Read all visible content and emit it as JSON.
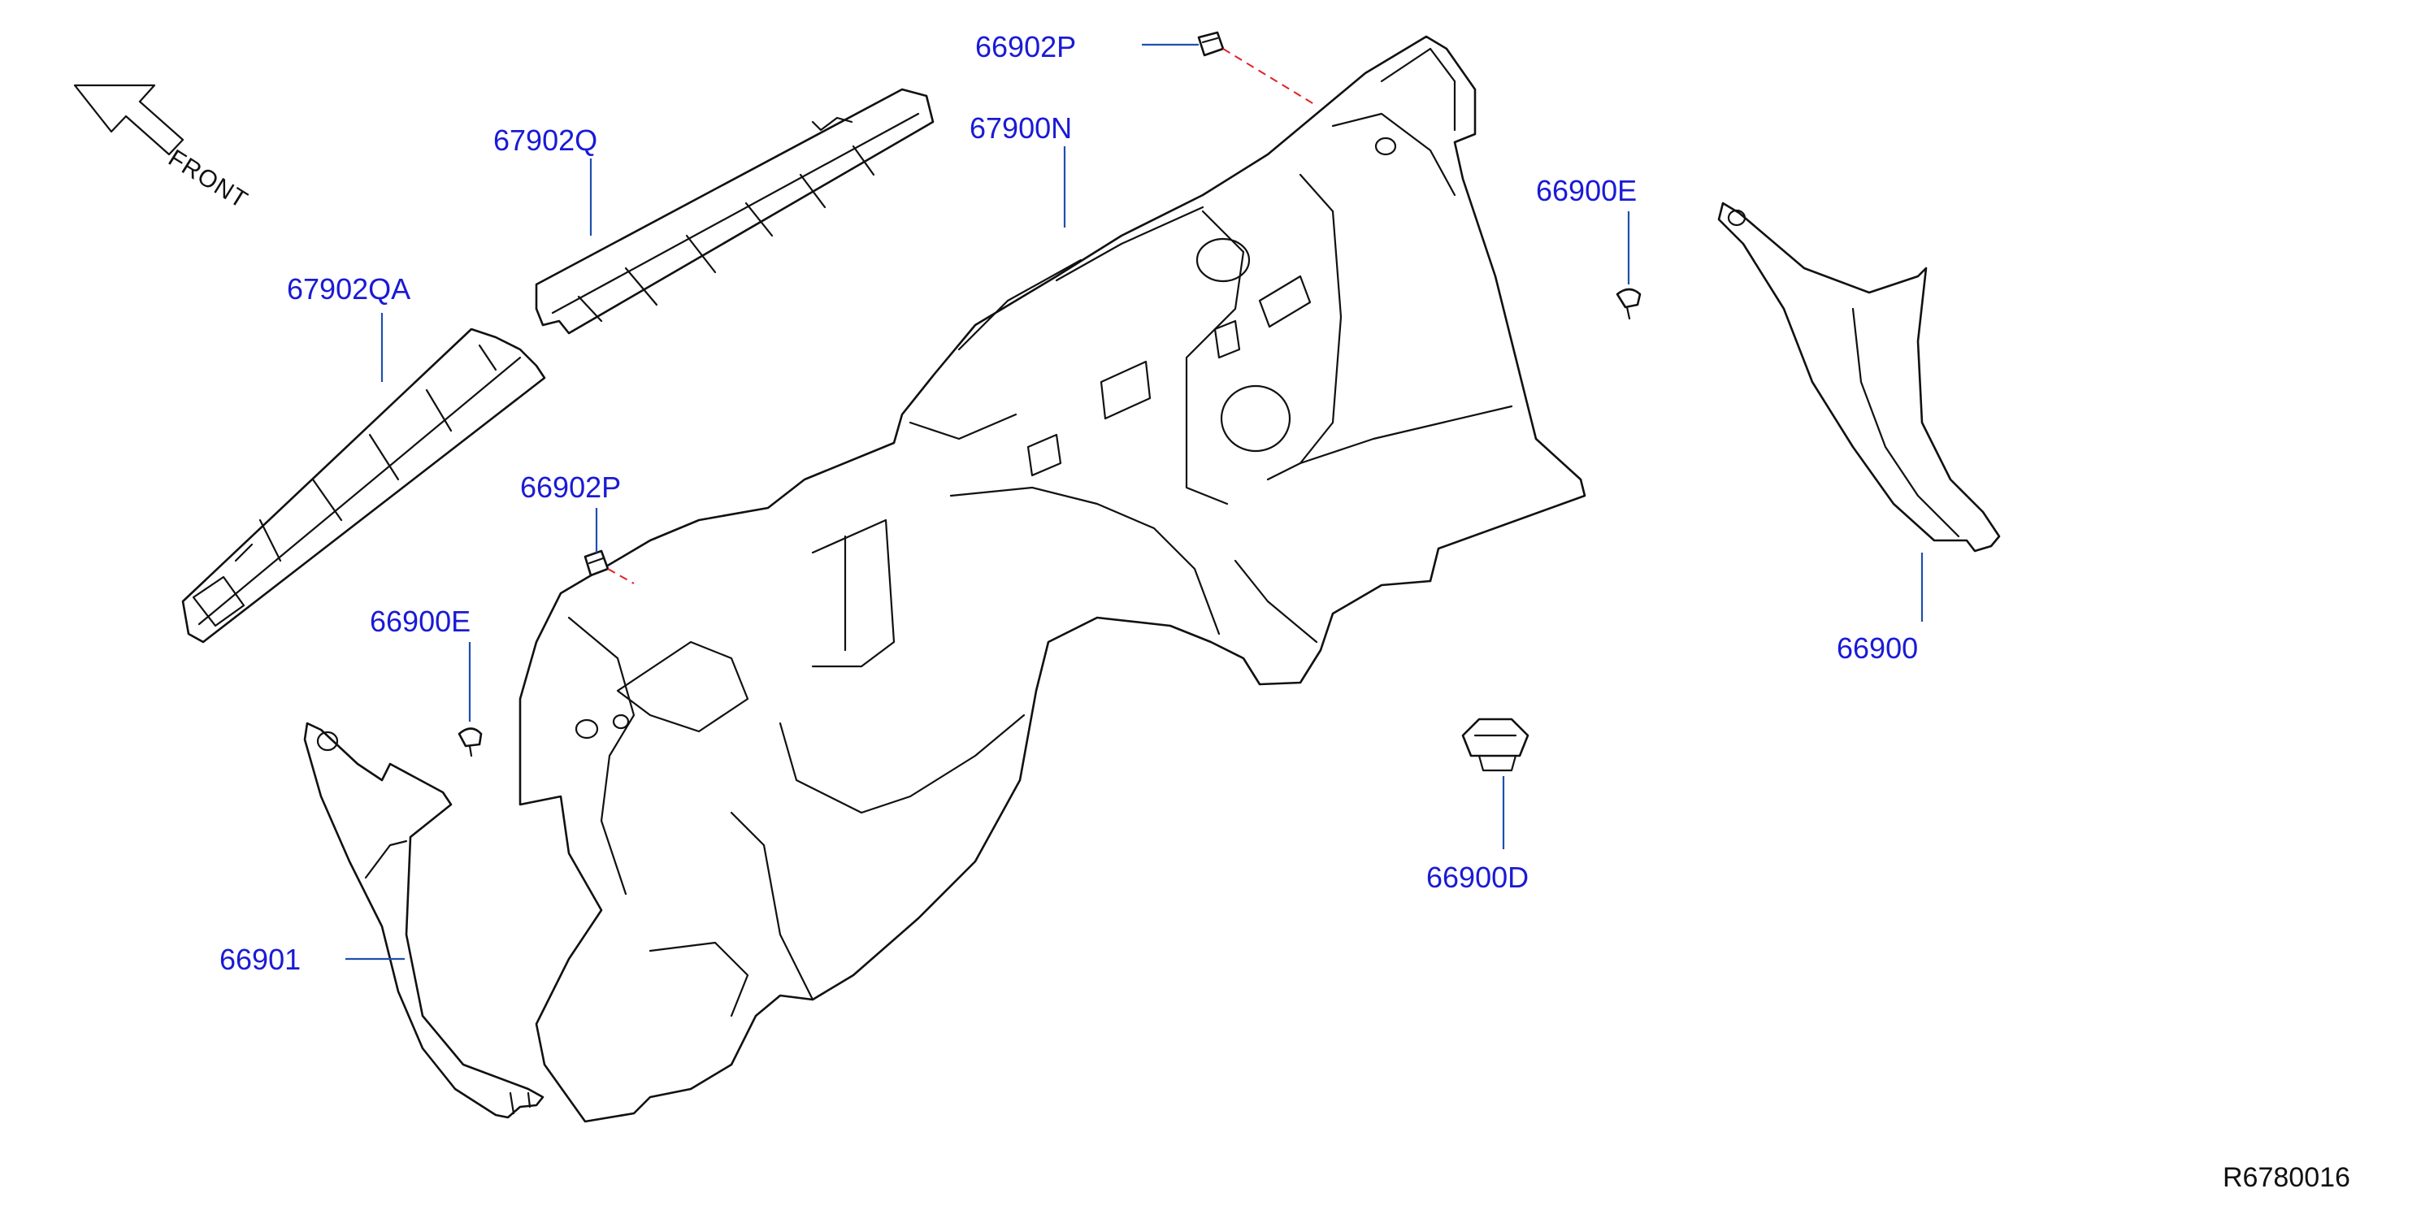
{
  "direction": {
    "label": "FRONT",
    "icon": "front-arrow-icon"
  },
  "diagram_ref": "R6780016",
  "colors": {
    "callout": "#1a1ad6",
    "leader": "#1f4fb0",
    "dashed_line": "#e0202a",
    "outline": "#111111"
  },
  "parts": [
    {
      "id": "clip-top",
      "number": "66902P"
    },
    {
      "id": "insulator-main",
      "number": "67900N"
    },
    {
      "id": "insulator-upper",
      "number": "67902Q"
    },
    {
      "id": "insulator-lower",
      "number": "67902QA"
    },
    {
      "id": "clip-left",
      "number": "66902P"
    },
    {
      "id": "grommet-right",
      "number": "66900E"
    },
    {
      "id": "grommet-left",
      "number": "66900E"
    },
    {
      "id": "trim-right",
      "number": "66900"
    },
    {
      "id": "trim-left",
      "number": "66901"
    },
    {
      "id": "clip-center",
      "number": "66900D"
    }
  ]
}
